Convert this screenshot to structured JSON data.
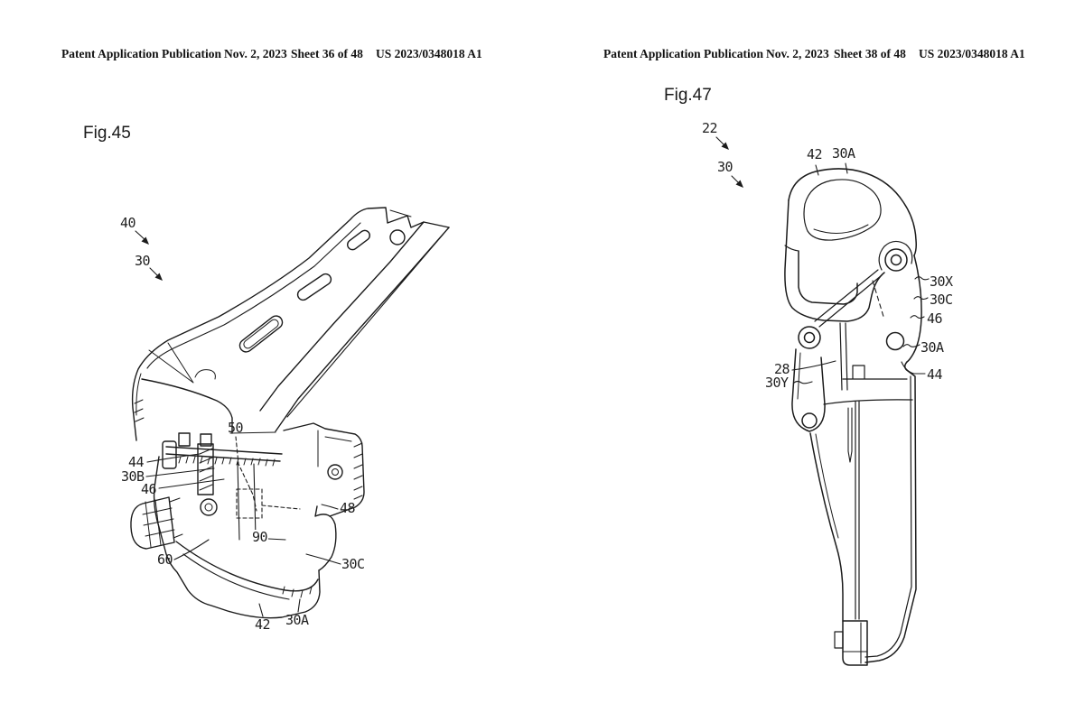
{
  "headers": {
    "left": {
      "publication": "Patent Application Publication",
      "date": "Nov. 2, 2023",
      "sheet": "Sheet 36 of 48",
      "docnum": "US 2023/0348018 A1"
    },
    "right": {
      "publication": "Patent Application Publication",
      "date": "Nov. 2, 2023",
      "sheet": "Sheet 38 of 48",
      "docnum": "US 2023/0348018 A1"
    }
  },
  "figures": {
    "fig45": {
      "title": "Fig.45",
      "labels": {
        "n40": "40",
        "n30": "30",
        "n50": "50",
        "n44": "44",
        "n30B": "30B",
        "n46": "46",
        "n60": "60",
        "n90": "90",
        "n48": "48",
        "n30C": "30C",
        "n42": "42",
        "n30A": "30A"
      }
    },
    "fig47": {
      "title": "Fig.47",
      "labels": {
        "n22": "22",
        "n30": "30",
        "n42": "42",
        "n30A_top": "30A",
        "n30X": "30X",
        "n30C": "30C",
        "n46": "46",
        "n30A_side": "30A",
        "n44": "44",
        "n28": "28",
        "n30Y": "30Y"
      }
    }
  }
}
